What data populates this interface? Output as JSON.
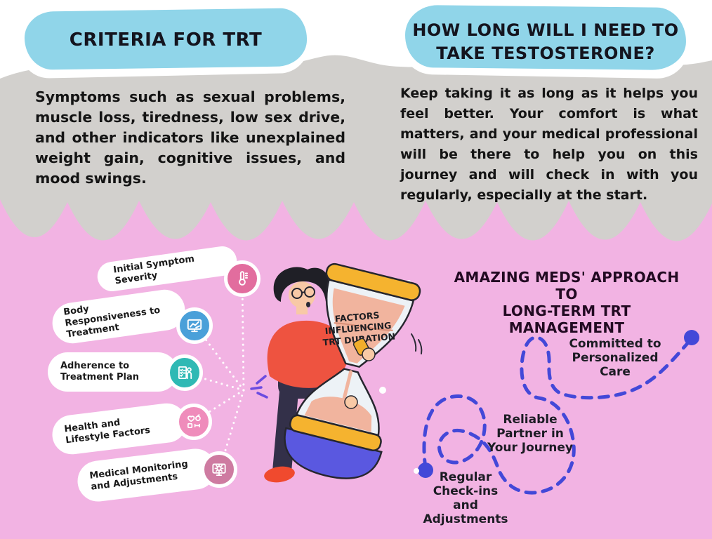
{
  "colors": {
    "background_pink": "#f2b3e3",
    "cloud_gray": "#d2d0cd",
    "bubble_blue": "#90d5e9",
    "path_blue": "#4348d8",
    "badge_pink": "#e26d9e",
    "badge_blue": "#4aa0d9",
    "badge_teal": "#2fb9b4",
    "badge_lightpink": "#ef8cbb",
    "badge_rose": "#ce7ba1",
    "hourglass_gold": "#f5b32f",
    "hourglass_sand": "#f1b49e",
    "hourglass_base_purple": "#5a58e0",
    "shirt_red": "#ee5340"
  },
  "left_panel": {
    "title": "CRITERIA FOR TRT",
    "body": "Symptoms such as sexual problems, muscle loss, tiredness, low sex drive, and other indicators like unexplained weight gain, cognitive issues, and mood swings."
  },
  "right_panel": {
    "title_lines": [
      "HOW LONG WILL I NEED TO",
      "TAKE TESTOSTERONE?"
    ],
    "body": "Keep taking it as long as it helps you feel better. Your comfort is what matters, and your medical professional will be there to help you on this journey and will check in with you regularly, especially at the start."
  },
  "factors": {
    "items": [
      {
        "label": "Initial Symptom Severity",
        "icon": "thermometer-icon",
        "color": "#e26d9e"
      },
      {
        "label": "Body Responsiveness to Treatment",
        "icon": "monitor-chart-icon",
        "color": "#4aa0d9"
      },
      {
        "label": "Adherence to Treatment Plan",
        "icon": "clipboard-checklist-icon",
        "color": "#2fb9b4"
      },
      {
        "label": "Health and Lifestyle Factors",
        "icon": "healthy-lifestyle-icon",
        "color": "#ef8cbb"
      },
      {
        "label": "Medical Monitoring and Adjustments",
        "icon": "monitor-gear-icon",
        "color": "#ce7ba1"
      }
    ]
  },
  "hourglass": {
    "line1": "FACTORS",
    "line2": "INFLUENCING",
    "line3": "TRT DURATION"
  },
  "approach": {
    "title_lines": [
      "AMAZING MEDS' APPROACH TO",
      "LONG-TERM TRT MANAGEMENT"
    ],
    "steps": [
      {
        "label": "Regular Check-ins and Adjustments"
      },
      {
        "label": "Reliable Partner in Your Journey"
      },
      {
        "label": "Committed to Personalized Care"
      }
    ]
  }
}
